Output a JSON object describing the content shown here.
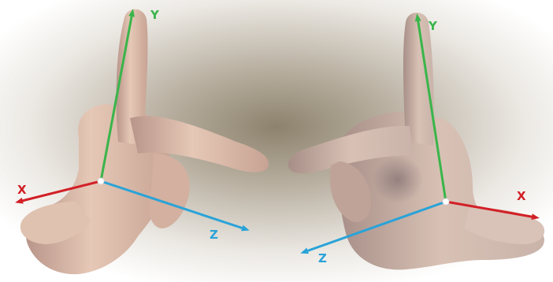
{
  "figure": {
    "left_hand": {
      "axes": {
        "x": "X",
        "y": "Y",
        "z": "Z"
      }
    },
    "right_hand": {
      "axes": {
        "x": "X",
        "y": "Y",
        "z": "Z"
      }
    }
  },
  "colors": {
    "x_axis": "#d21f26",
    "y_axis": "#39b54a",
    "z_axis": "#29a3d8",
    "skin_light": "#e3c3b0",
    "skin_mid": "#c9a493",
    "skin_shadow": "#9c7f78",
    "background_center": "#8a7f6a"
  }
}
